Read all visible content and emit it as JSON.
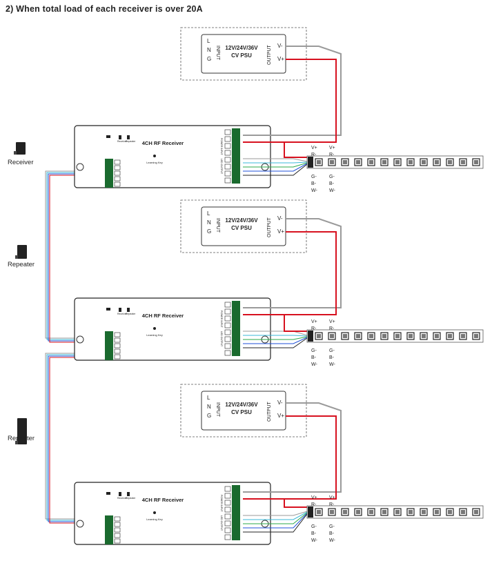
{
  "heading": "2) When total load of each receiver is over 20A",
  "psu": {
    "voltage": "12V/24V/36V",
    "type": "CV PSU",
    "input_label": "INPUT",
    "output_label": "OUTPUT",
    "terminals_in": [
      "L",
      "N",
      "G"
    ],
    "out_minus": "V-",
    "out_plus": "V+"
  },
  "receiver": {
    "title": "4CH RF Receiver",
    "learning_key": "Learning Key",
    "led_small_1": "Receiver",
    "led_small_2": "Repeater",
    "power_in_label": "POWER INPUT",
    "led_output_label": "LED OUTPUT"
  },
  "strip": {
    "top_left": [
      "V+",
      "R-"
    ],
    "top_right": [
      "V+",
      "R-"
    ],
    "bottom_left": [
      "G-",
      "B-",
      "W-"
    ],
    "bottom_right": [
      "G-",
      "B-",
      "W-"
    ]
  },
  "side_devices": [
    {
      "label": "Receiver"
    },
    {
      "label": "Repeater"
    },
    {
      "label": "Repeater"
    }
  ],
  "colors": {
    "red_wire": "#d7101e",
    "gray_wire": "#9a9a9a",
    "blue_wire": "#1e4fd8",
    "green_wire": "#2aa84a",
    "cyan_wire": "#3ab8d8",
    "black_wire": "#222222"
  }
}
